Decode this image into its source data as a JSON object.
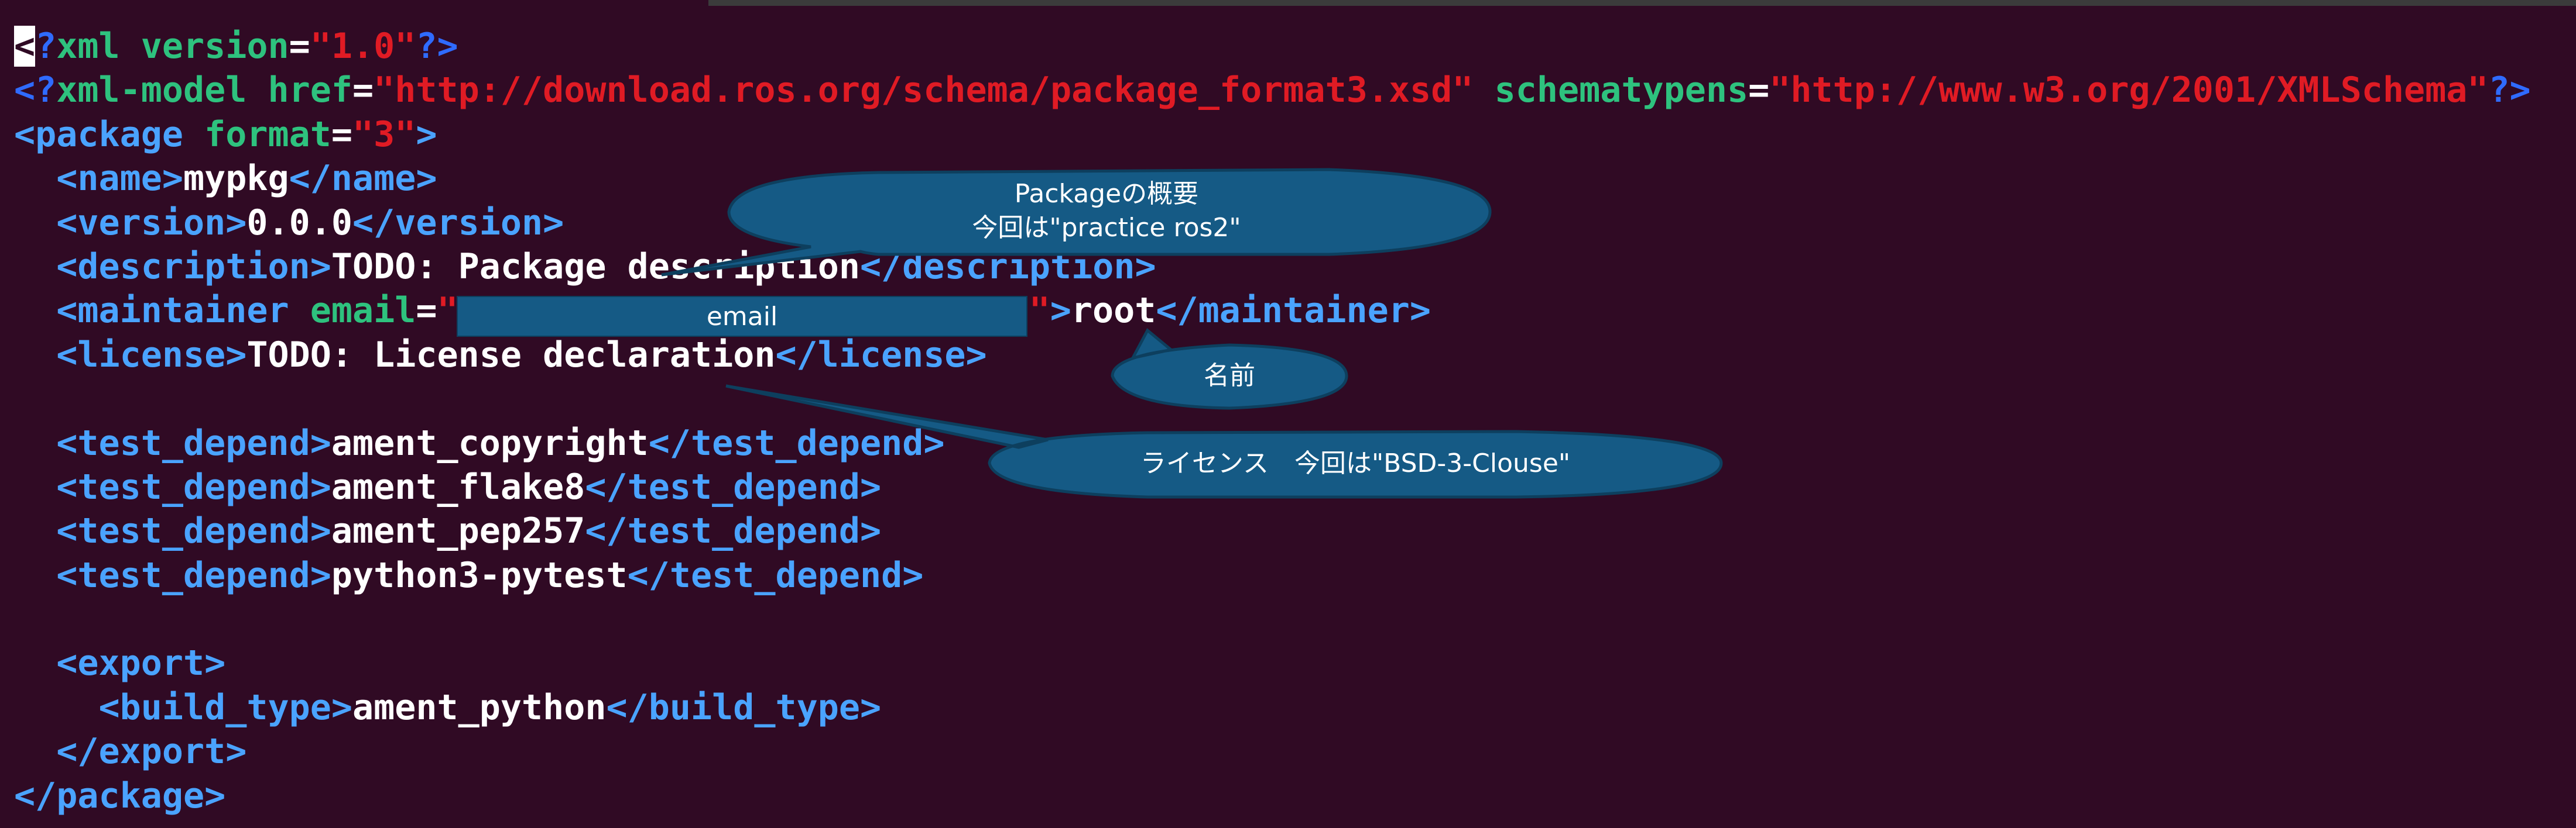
{
  "colors": {
    "background": "#300a24",
    "tag": "#4aa3ff",
    "processing": "#2f6bff",
    "attribute": "#2ec27e",
    "string": "#e01b24",
    "text": "#ffffff",
    "callout_fill": "#155a85"
  },
  "code": {
    "l1": {
      "cursor": "<",
      "pi_open": "?",
      "name": "xml",
      "attr": "version",
      "eq": "=",
      "val": "\"1.0\"",
      "close": "?>"
    },
    "l2": {
      "open": "<?",
      "name": "xml-model",
      "attr1": "href",
      "eq": "=",
      "val1": "\"http://download.ros.org/schema/package_format3.xsd\"",
      "attr2": "schematypens",
      "val2": "\"http://www.w3.org/2001/XMLSchema\"",
      "close": "?>"
    },
    "l3": {
      "open": "<package",
      "attr": "format",
      "eq": "=",
      "val": "\"3\"",
      "close": ">"
    },
    "l4": {
      "open": "<name>",
      "text": "mypkg",
      "close": "</name>"
    },
    "l5": {
      "open": "<version>",
      "text": "0.0.0",
      "close": "</version>"
    },
    "l6": {
      "open": "<description>",
      "text": "TODO: Package description",
      "close": "</description>"
    },
    "l7": {
      "open": "<maintainer",
      "attr": "email",
      "eq": "=",
      "quote_open": "\"",
      "quote_close": "\"",
      "gt": ">",
      "text": "root",
      "close": "</maintainer>"
    },
    "l8": {
      "open": "<license>",
      "text": "TODO: License declaration",
      "close": "</license>"
    },
    "l10": {
      "open": "<test_depend>",
      "text": "ament_copyright",
      "close": "</test_depend>"
    },
    "l11": {
      "open": "<test_depend>",
      "text": "ament_flake8",
      "close": "</test_depend>"
    },
    "l12": {
      "open": "<test_depend>",
      "text": "ament_pep257",
      "close": "</test_depend>"
    },
    "l13": {
      "open": "<test_depend>",
      "text": "python3-pytest",
      "close": "</test_depend>"
    },
    "l15": {
      "open": "<export>"
    },
    "l16": {
      "open": "<build_type>",
      "text": "ament_python",
      "close": "</build_type>"
    },
    "l17": {
      "close": "</export>"
    },
    "l18": {
      "close": "</package>"
    }
  },
  "annotations": {
    "email_mask": "email",
    "description_line1": "Packageの概要",
    "description_line2": "今回は\"practice ros2\"",
    "name_label": "名前",
    "license_label": "ライセンス　今回は\"BSD-3-Clouse\""
  }
}
